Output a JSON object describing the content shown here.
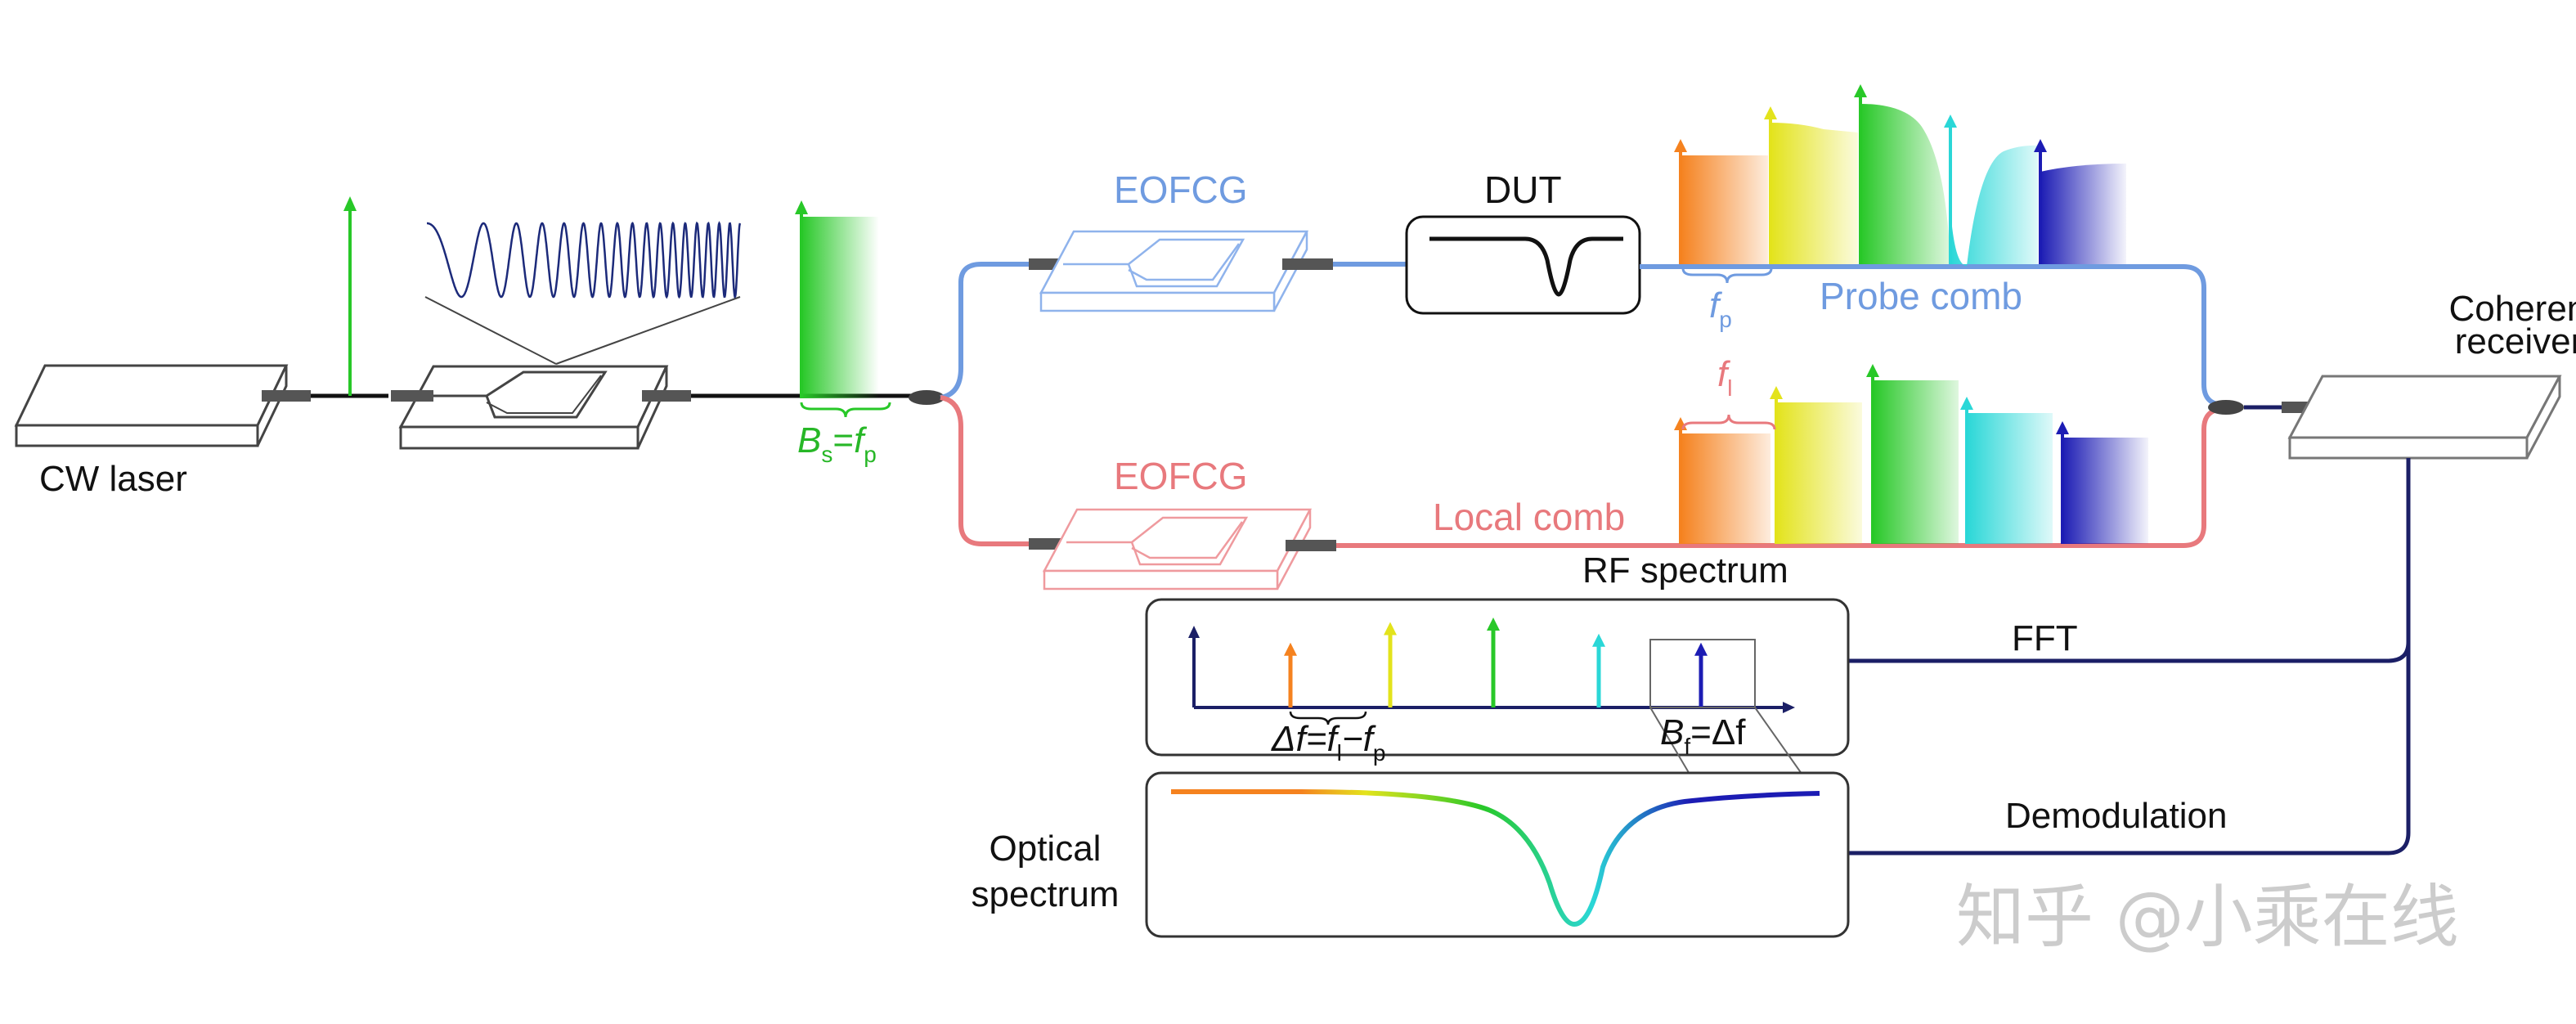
{
  "labels": {
    "cw_laser": "CW laser",
    "eofcg_top": "EOFCG",
    "eofcg_bottom": "EOFCG",
    "dut": "DUT",
    "probe_comb": "Probe comb",
    "local_comb": "Local comb",
    "coherent_receiver_line1": "Coherent",
    "coherent_receiver_line2": "receiver",
    "rf_spectrum": "RF spectrum",
    "fft": "FFT",
    "demodulation": "Demodulation",
    "optical_spectrum_line1": "Optical",
    "optical_spectrum_line2": "spectrum"
  },
  "math": {
    "bs_base": "B",
    "bs_sub": "s",
    "bs_eq": "=",
    "bs_f": "f",
    "bs_fsub": "p",
    "fp_base": "f",
    "fp_sub": "p",
    "fl_base": "f",
    "fl_sub": "l",
    "delta_f_a": "Δf=f",
    "delta_f_sub_l": "l",
    "delta_f_minus": "−f",
    "delta_f_sub_p": "p",
    "bf_base": "B",
    "bf_sub": "f",
    "bf_rest": "=Δf"
  },
  "watermark": "知乎 @小乘在线",
  "colors": {
    "probe_path": "#6f9be0",
    "local_path": "#e8797d",
    "receiver_link": "#1b1f66",
    "seed_green": "#2ecc2e",
    "bs_label": "#27b727",
    "fp_label": "#6f9be0",
    "fl_label": "#e8797d",
    "chirp": "#1c2a7a"
  },
  "comb_colors": [
    "#f5821f",
    "#e3e31c",
    "#28c828",
    "#2ad7d7",
    "#1c1cb4"
  ],
  "rf_tones": [
    {
      "color": "#f5821f",
      "level": 0.72
    },
    {
      "color": "#e3e31c",
      "level": 0.95
    },
    {
      "color": "#28c828",
      "level": 1.0
    },
    {
      "color": "#2ad7d7",
      "level": 0.82
    },
    {
      "color": "#1c1cb4",
      "level": 0.72
    }
  ]
}
